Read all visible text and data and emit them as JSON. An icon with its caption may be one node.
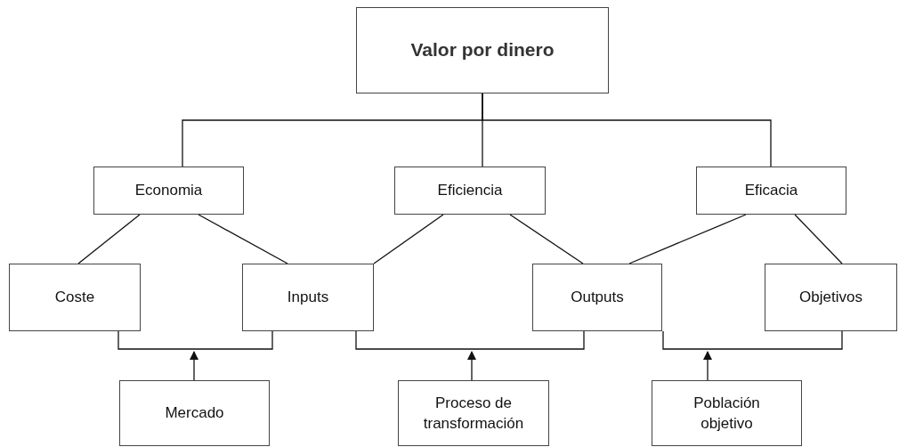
{
  "diagram": {
    "nodes": [
      {
        "text": [
          "Valor por dinero"
        ]
      },
      {
        "text": [
          "Economia"
        ]
      },
      {
        "text": [
          "Eficiencia"
        ]
      },
      {
        "text": [
          "Eficacia"
        ]
      },
      {
        "text": [
          "Coste"
        ]
      },
      {
        "text": [
          "Inputs"
        ]
      },
      {
        "text": [
          "Outputs"
        ]
      },
      {
        "text": [
          "Objetivos"
        ]
      },
      {
        "text": [
          "Mercado"
        ]
      },
      {
        "text": [
          "Proceso de transformación"
        ]
      },
      {
        "text": [
          "Población objetivo"
        ]
      }
    ],
    "edges": [
      {
        "from": 0,
        "to": 1,
        "arrow": "none"
      },
      {
        "from": 0,
        "to": 2,
        "arrow": "none"
      },
      {
        "from": 0,
        "to": 3,
        "arrow": "none"
      },
      {
        "from": 1,
        "to": 4,
        "arrow": "none"
      },
      {
        "from": 1,
        "to": 5,
        "arrow": "none"
      },
      {
        "from": 2,
        "to": 5,
        "arrow": "none"
      },
      {
        "from": 2,
        "to": 6,
        "arrow": "none"
      },
      {
        "from": 3,
        "to": 6,
        "arrow": "none"
      },
      {
        "from": 3,
        "to": 7,
        "arrow": "none"
      },
      {
        "from": 4,
        "to": 5,
        "arrow": "none"
      },
      {
        "from": 8,
        "to": null,
        "arrow": "to"
      },
      {
        "from": 5,
        "to": 6,
        "arrow": "none"
      },
      {
        "from": 9,
        "to": null,
        "arrow": "to"
      },
      {
        "from": 6,
        "to": 7,
        "arrow": "none"
      },
      {
        "from": 10,
        "to": null,
        "arrow": "to"
      }
    ]
  }
}
